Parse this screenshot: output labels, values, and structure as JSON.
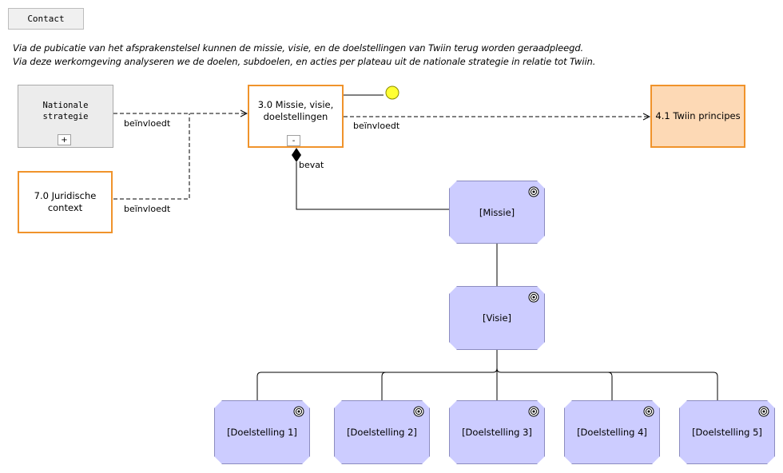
{
  "contact_button": "Contact",
  "intro": {
    "line1": "Via de pubicatie van het afsprakenstelsel kunnen de missie, visie, en de doelstellingen van Twiin terug worden geraadpleegd.",
    "line2": "Via deze werkomgeving analyseren we de doelen, subdoelen, en acties per plateau uit de nationale strategie in relatie tot Twiin."
  },
  "nodes": {
    "nationale": {
      "label_line1": "Nationale",
      "label_line2": "strategie",
      "toggle": "+"
    },
    "juridisch": {
      "label_line1": "7.0 Juridische",
      "label_line2": "context"
    },
    "missie_visie": {
      "label_line1": "3.0 Missie, visie,",
      "label_line2": "doelstellingen",
      "toggle": "-"
    },
    "principes": {
      "label": "4.1 Twiin principes"
    },
    "missie": {
      "label": "[Missie]"
    },
    "visie": {
      "label": "[Visie]"
    },
    "doel1": {
      "label": "[Doelstelling 1]"
    },
    "doel2": {
      "label": "[Doelstelling 2]"
    },
    "doel3": {
      "label": "[Doelstelling 3]"
    },
    "doel4": {
      "label": "[Doelstelling 4]"
    },
    "doel5": {
      "label": "[Doelstelling 5]"
    }
  },
  "relations": {
    "nationale_influences": "beïnvloedt",
    "juridisch_influences": "beïnvloedt",
    "missie_influences": "beïnvloedt",
    "contains": "bevat"
  },
  "colors": {
    "orange_border": "#f0932b",
    "peach_fill": "#fdd9b5",
    "goal_fill": "#ccccff",
    "grey_fill": "#ececec",
    "note_yellow": "#ffff33"
  }
}
